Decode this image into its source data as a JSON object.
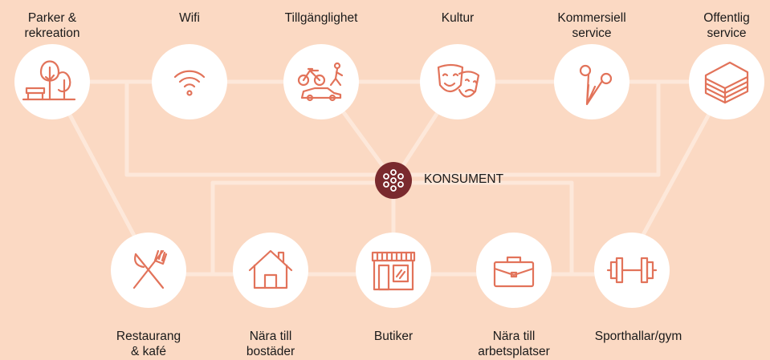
{
  "top_nodes": [
    {
      "label": "Parker &\nrekreation",
      "icon": "park-bench-tree-icon"
    },
    {
      "label": "Wifi",
      "icon": "wifi-icon"
    },
    {
      "label": "Tillgänglighet",
      "icon": "bike-walk-car-icon"
    },
    {
      "label": "Kultur",
      "icon": "theater-masks-icon"
    },
    {
      "label": "Kommersiell\nservice",
      "icon": "scissors-icon"
    },
    {
      "label": "Offentlig\nservice",
      "icon": "books-icon"
    }
  ],
  "bottom_nodes": [
    {
      "label": "Restaurang\n& kafé",
      "icon": "fork-knife-icon"
    },
    {
      "label": "Nära till\nbostäder",
      "icon": "house-icon"
    },
    {
      "label": "Butiker",
      "icon": "shop-icon"
    },
    {
      "label": "Nära till\narbetsplatser",
      "icon": "briefcase-icon"
    },
    {
      "label": "Sporthallar/gym",
      "icon": "dumbbell-icon"
    }
  ],
  "center": {
    "label": "KONSUMENT",
    "icon": "network-hub-icon"
  },
  "colors": {
    "background": "#fbd9c3",
    "lines": "#fde8da",
    "icon": "#e2735a",
    "center": "#7a2a2e"
  }
}
